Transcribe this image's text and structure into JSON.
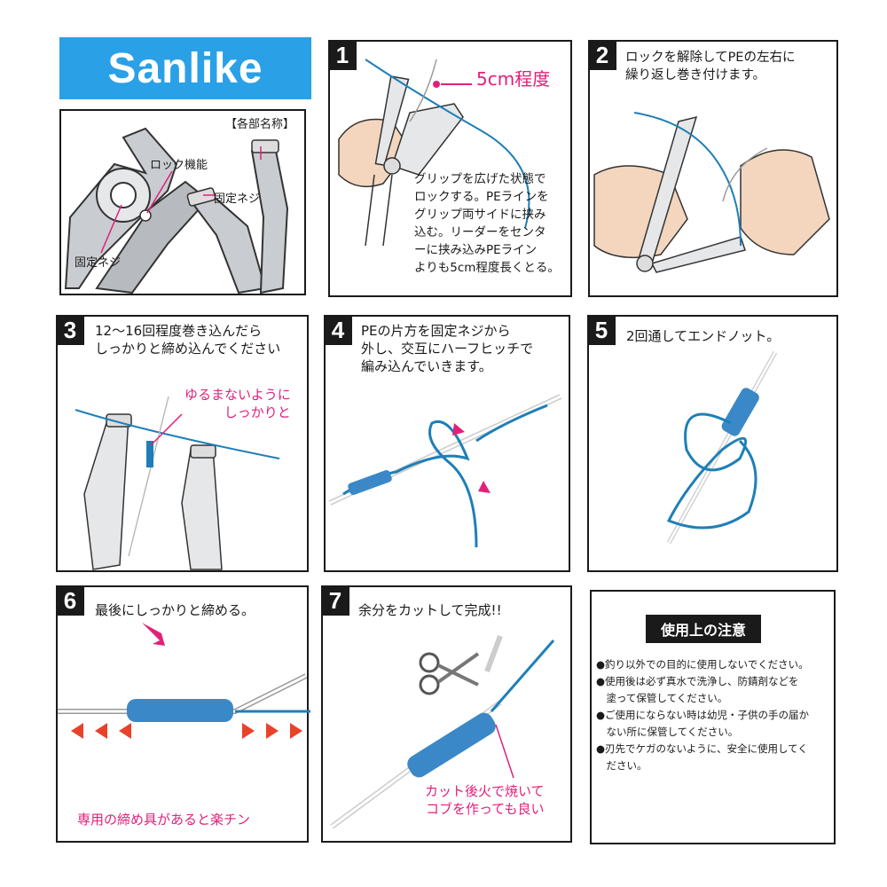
{
  "brand": {
    "logo_text": "Sanlike"
  },
  "parts": {
    "heading": "【各部名称】",
    "lock_label": "ロック機能",
    "screw_label_right": "固定ネジ",
    "screw_label_left": "固定ネジ"
  },
  "steps": [
    {
      "number": "1",
      "callout": "5cm程度",
      "text": "グリップを広げた状態で\nロックする。PEラインを\nグリップ両サイドに挟み\n込む。リーダーをセンタ\nーに挟み込みPEライン\nよりも5cm程度長くとる。"
    },
    {
      "number": "2",
      "text": "ロックを解除してPEの左右に\n繰り返し巻き付けます。"
    },
    {
      "number": "3",
      "text": "12～16回程度巻き込んだら\nしっかりと締め込んでください",
      "callout": "ゆるまないように\nしっかりと"
    },
    {
      "number": "4",
      "text": "PEの片方を固定ネジから\n外し、交互にハーフヒッチで\n編み込んでいきます。"
    },
    {
      "number": "5",
      "text": "2回通してエンドノット。"
    },
    {
      "number": "6",
      "text": "最後にしっかりと締める。",
      "callout": "専用の締め具があると楽チン"
    },
    {
      "number": "7",
      "text": "余分をカットして完成!!",
      "callout": "カット後火で焼いて\nコブを作っても良い"
    }
  ],
  "caution": {
    "title": "使用上の注意",
    "items": [
      "●釣り以外での目的に使用しないでください。",
      "●使用後は必ず真水で洗浄し、防錆剤などを\n　塗って保管してください。",
      "●ご使用にならない時は幼児・子供の手の届か\n　ない所に保管してください。",
      "●刃先でケガのないように、安全に使用してく\n　ださい。"
    ]
  },
  "colors": {
    "brand_blue": "#2aa0e6",
    "accent_pink": "#e2207a",
    "line_blue": "#1e7fb8",
    "arrow_red": "#e8422b"
  }
}
